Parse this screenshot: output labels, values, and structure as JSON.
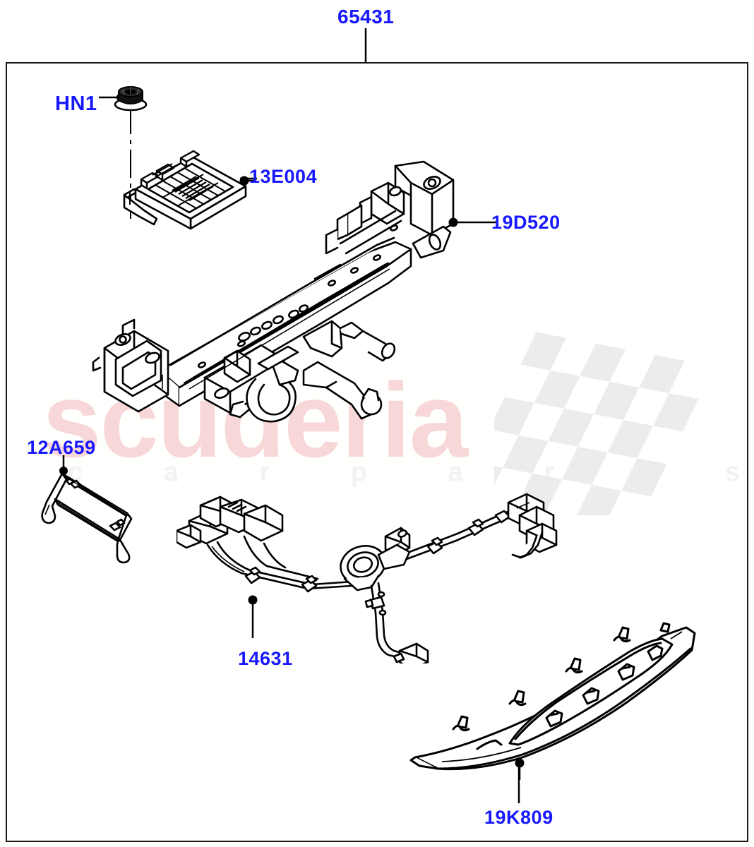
{
  "diagram": {
    "title_label": "65431",
    "watermark": {
      "brand": "scuderia",
      "tagline": "c a r   p a r t s",
      "brand_color": "#f7d7d7",
      "tagline_color": "#f2f2f2",
      "flag_color": "#ececec"
    },
    "frame": {
      "border_color": "#1a1a1a",
      "background": "#fffffd"
    },
    "label_color": "#1919ff",
    "line_color": "#000000"
  },
  "callouts": [
    {
      "id": "top-assembly",
      "label": "65431",
      "name": "callout-65431"
    },
    {
      "id": "nut",
      "label": "HN1",
      "name": "callout-hn1"
    },
    {
      "id": "control-module",
      "label": "13E004",
      "name": "callout-13e004"
    },
    {
      "id": "tow-bar-assembly",
      "label": "19D520",
      "name": "callout-19d520"
    },
    {
      "id": "bracket-rod",
      "label": "12A659",
      "name": "callout-12a659"
    },
    {
      "id": "wiring-harness",
      "label": "14631",
      "name": "callout-14631"
    },
    {
      "id": "cover-trim-panel",
      "label": "19K809",
      "name": "callout-19k809"
    }
  ],
  "parts": {
    "nut": {
      "label": "HN1"
    },
    "control_module": {
      "label": "13E004"
    },
    "tow_bar_assembly": {
      "label": "19D520"
    },
    "bracket_rod": {
      "label": "12A659"
    },
    "wiring_harness": {
      "label": "14631"
    },
    "cover_panel": {
      "label": "19K809"
    }
  }
}
